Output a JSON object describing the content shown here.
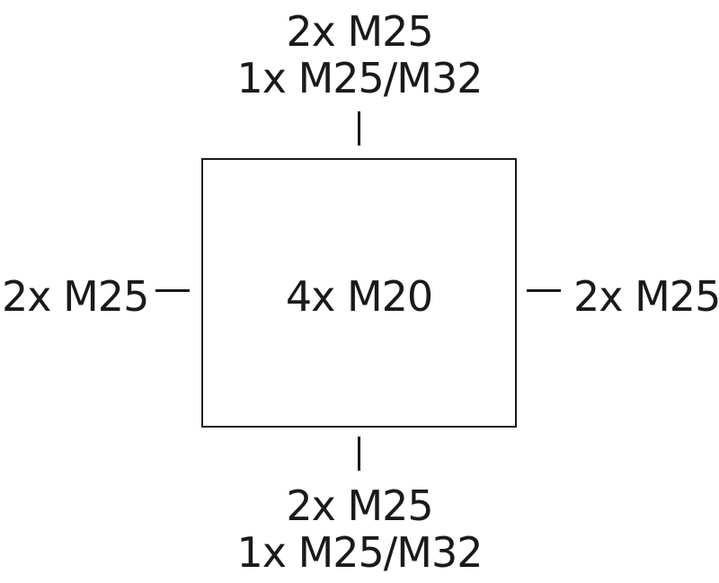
{
  "top": {
    "line1": "2x M25",
    "line2": "1x M25/M32"
  },
  "bottom": {
    "line1": "2x M25",
    "line2": "1x M25/M32"
  },
  "left": {
    "label": "2x M25"
  },
  "right": {
    "label": "2x M25"
  },
  "center": {
    "label": "4x M20"
  },
  "colors": {
    "stroke": "#1a1a1a",
    "background": "#ffffff"
  }
}
